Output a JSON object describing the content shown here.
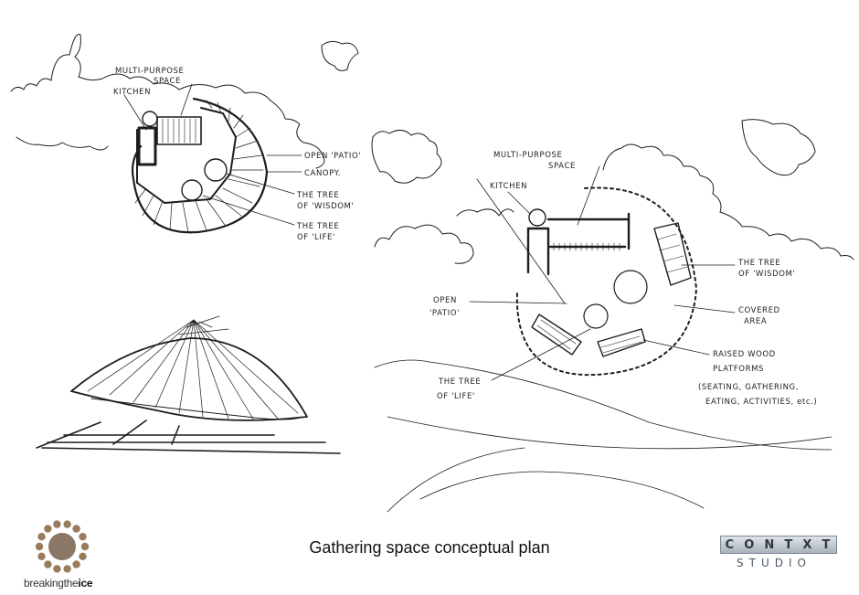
{
  "caption": "Gathering space conceptual plan",
  "plan_small": {
    "labels": {
      "multi_purpose": [
        "MULTI-PURPOSE",
        "SPACE"
      ],
      "kitchen": "KITCHEN",
      "open_patio": "OPEN 'PATIO'",
      "canopy": "CANOPY.",
      "tree_wisdom": [
        "THE TREE",
        "OF 'WISDOM'"
      ],
      "tree_life": [
        "THE TREE",
        "OF 'LIFE'"
      ]
    }
  },
  "plan_large": {
    "labels": {
      "multi_purpose": [
        "MULTI-PURPOSE",
        "SPACE"
      ],
      "kitchen": "KITCHEN",
      "tree_wisdom": [
        "THE TREE",
        "OF 'WISDOM'"
      ],
      "open_patio": [
        "OPEN",
        "'PATIO'"
      ],
      "covered_area": [
        "COVERED",
        "AREA"
      ],
      "raised_wood": [
        "RAISED WOOD",
        "PLATFORMS",
        "(SEATING, GATHERING,",
        "EATING, ACTIVITIES, etc.)"
      ],
      "tree_life": [
        "THE TREE",
        "OF 'LIFE'"
      ]
    }
  },
  "logos": {
    "breaking_the_ice": {
      "prefix": "breakingthe",
      "suffix": "ice",
      "dot_color": "#9a7b5e",
      "center_color": "#8a7766"
    },
    "context_studio": {
      "top_letters": [
        "C",
        "O",
        "N",
        "T",
        "X",
        "T"
      ],
      "bottom": "STUDIO"
    }
  }
}
